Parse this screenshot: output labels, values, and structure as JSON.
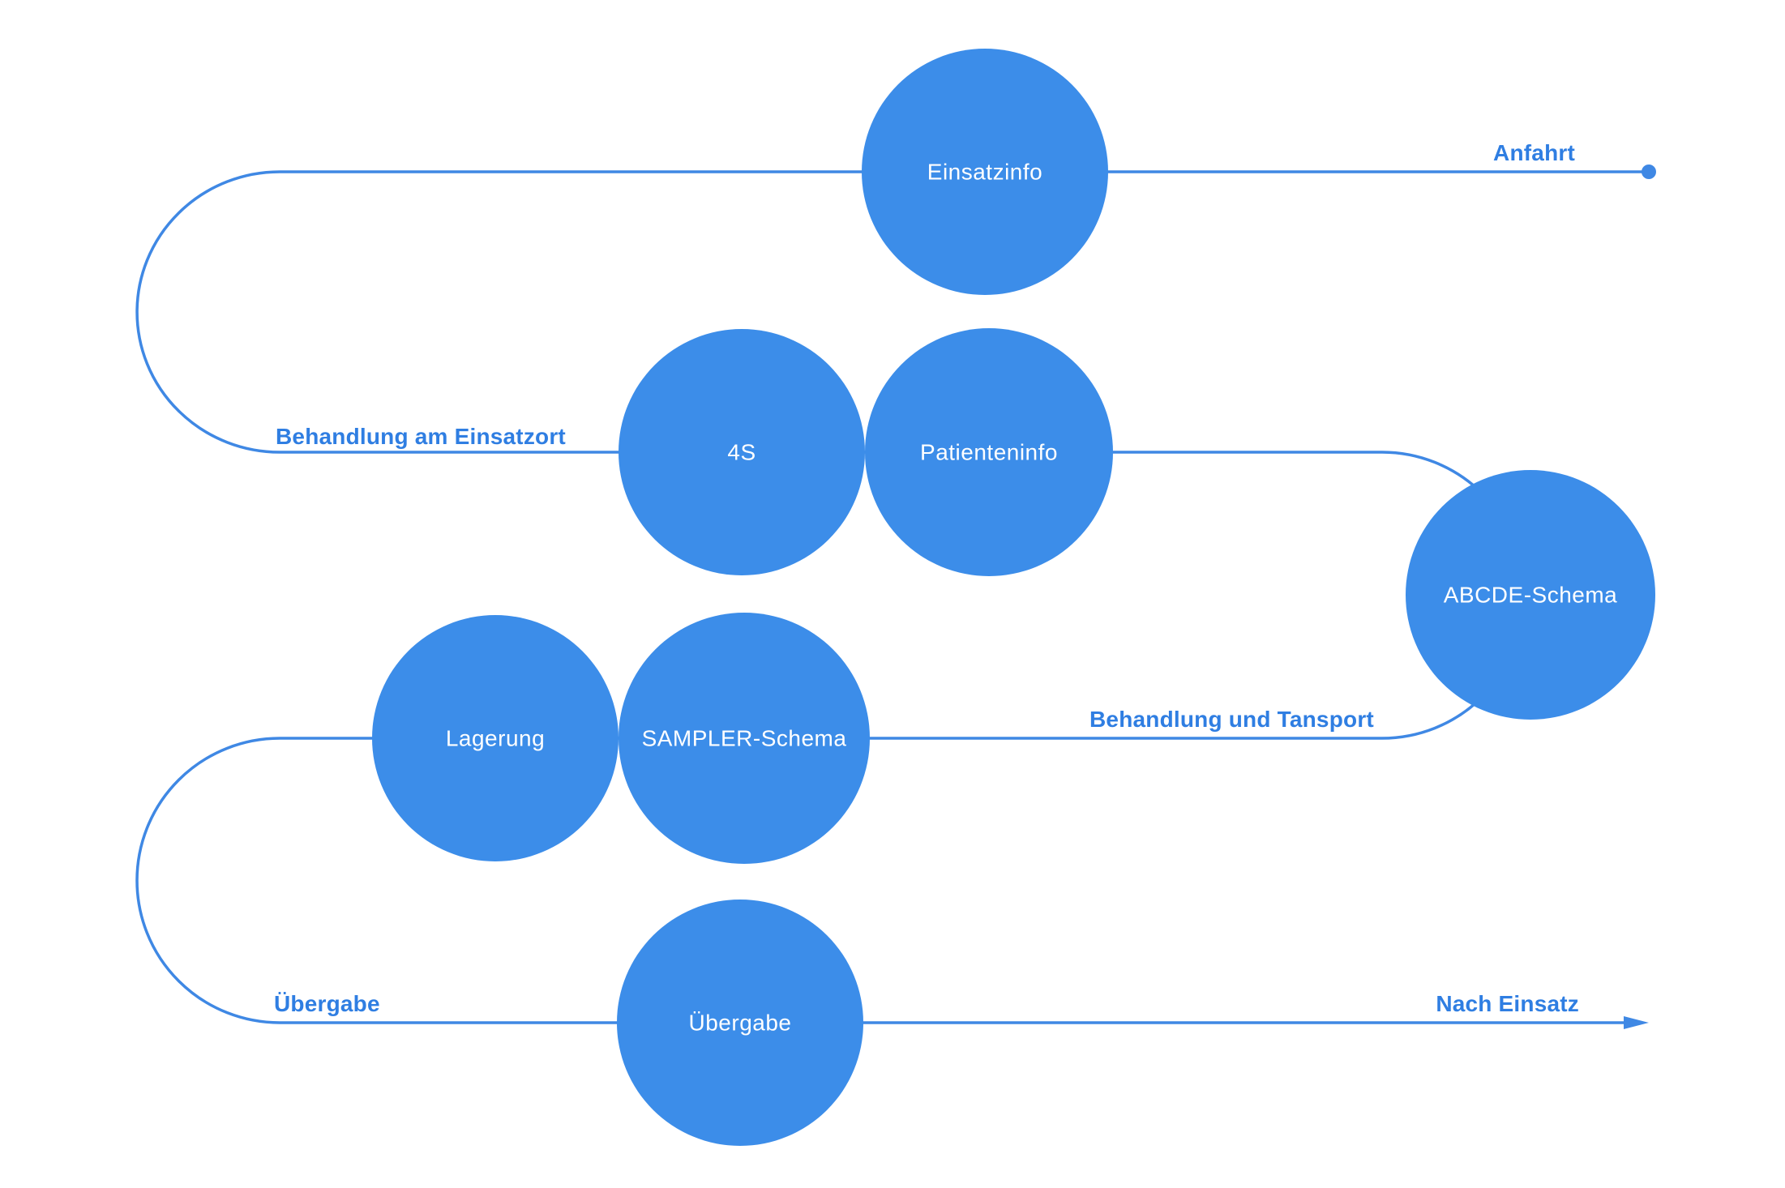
{
  "diagram": {
    "title_semantic": "EMS mission flow (serpentine journey)",
    "colors": {
      "background": "#ffffff",
      "node_fill": "#3c8de9",
      "line": "#3f88e4",
      "phase_text": "#2f7ee2",
      "node_text": "#ffffff"
    },
    "nodes": [
      {
        "id": "einsatzinfo",
        "label": "Einsatzinfo"
      },
      {
        "id": "4s",
        "label": "4S"
      },
      {
        "id": "patienteninfo",
        "label": "Patienteninfo"
      },
      {
        "id": "abcde-schema",
        "label": "ABCDE-Schema"
      },
      {
        "id": "lagerung",
        "label": "Lagerung"
      },
      {
        "id": "sampler-schema",
        "label": "SAMPLER-Schema"
      },
      {
        "id": "uebergabe",
        "label": "Übergabe"
      }
    ],
    "phases": [
      {
        "id": "anfahrt",
        "label": "Anfahrt"
      },
      {
        "id": "behandlung-am-einsatzort",
        "label": "Behandlung am Einsatzort"
      },
      {
        "id": "behandlung-und-tansport",
        "label": "Behandlung und Tansport"
      },
      {
        "id": "uebergabe-phase",
        "label": "Übergabe"
      },
      {
        "id": "nach-einsatz",
        "label": "Nach Einsatz"
      }
    ],
    "path_markers": {
      "start": "dot",
      "end": "arrow"
    }
  }
}
